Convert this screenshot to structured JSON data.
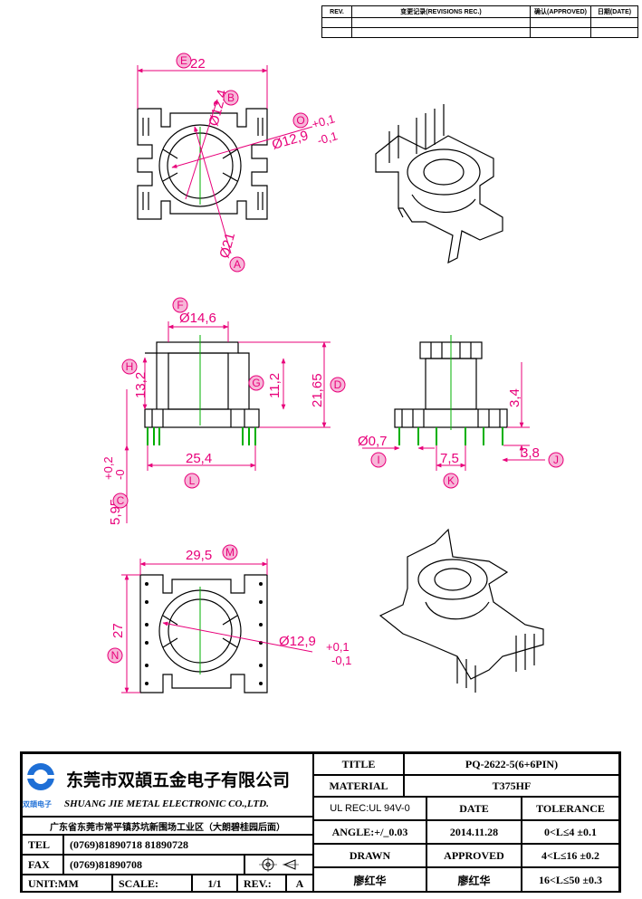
{
  "revision_table": {
    "headers": [
      "REV.",
      "变更记录(REVISIONS REC.)",
      "确认(APPROVED)",
      "日期(DATE)"
    ]
  },
  "views": {
    "top": {
      "width": "22",
      "inner_dia": "Ø12,4",
      "center_dia": "Ø12,9",
      "center_tol_plus": "+0,1",
      "center_tol_minus": "-0,1",
      "outer_dia": "Ø21",
      "labels": {
        "E": "E",
        "B": "B",
        "O": "O",
        "A": "A"
      }
    },
    "front": {
      "top_dia": "Ø14,6",
      "height_h": "13,2",
      "height_g": "11,2",
      "height_d": "21,65",
      "pin_span": "25,4",
      "pin_len": "5,95",
      "pin_len_plus": "+0,2",
      "pin_len_minus": "-0",
      "labels": {
        "F": "F",
        "H": "H",
        "G": "G",
        "D": "D",
        "L": "L",
        "C": "C"
      }
    },
    "side": {
      "pin_dia": "Ø0,7",
      "pin_pitch": "7,5",
      "standoff": "3,4",
      "end_pitch": "3,8",
      "labels": {
        "I": "I",
        "K": "K",
        "J": "J"
      }
    },
    "bottom": {
      "width": "29,5",
      "height": "27",
      "center_dia": "Ø12,9",
      "center_tol_plus": "+0,1",
      "center_tol_minus": "-0,1",
      "labels": {
        "M": "M",
        "N": "N"
      }
    }
  },
  "title_block": {
    "company_cn": "东莞市双頡五金电子有限公司",
    "company_en": "SHUANG JIE METAL ELECTRONIC CO.,LTD.",
    "logo_text": "双頡电子",
    "address": "广东省东莞市常平镇苏坑新围场工业区（大朗碧桂园后面）",
    "tel_label": "TEL",
    "tel": "(0769)81890718 81890728",
    "fax_label": "FAX",
    "fax": "(0769)81890708",
    "unit_label": "UNIT:MM",
    "scale_label": "SCALE:",
    "scale": "1/1",
    "rev_label": "REV.:",
    "rev": "A",
    "title_label": "TITLE",
    "title": "PQ-2622-5(6+6PIN)",
    "material_label": "MATERIAL",
    "material": "T375HF",
    "ul": "UL REC:UL 94V-0",
    "date_label": "DATE",
    "tolerance_label": "TOLERANCE",
    "angle": "ANGLE:+/_0.03",
    "date": "2014.11.28",
    "tol1": "0<L≤4   ±0.1",
    "drawn_label": "DRAWN",
    "approved_label": "APPROVED",
    "tol2": "4<L≤16  ±0.2",
    "drawn_by": "廖红华",
    "approved_by": "廖红华",
    "tol3": "16<L≤50  ±0.3"
  },
  "colors": {
    "dimension": "#e8007a",
    "center": "#00b000",
    "line": "#000000"
  }
}
